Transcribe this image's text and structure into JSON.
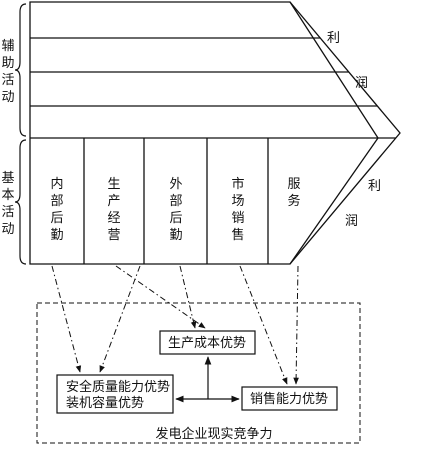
{
  "support_activities": {
    "label": "辅助活动",
    "margin_top": "利",
    "margin_bottom": "润"
  },
  "primary_activities": {
    "label": "基本活动",
    "items": [
      "内部后勤",
      "生产经营",
      "外部后勤",
      "市场销售",
      "服务"
    ],
    "margin_top": "利",
    "margin_bottom": "润"
  },
  "competitiveness": {
    "title": "发电企业现实竞争力",
    "boxes": {
      "cost": "生产成本优势",
      "quality_line1": "安全质量能力优势",
      "quality_line2": "装机容量优势",
      "sales": "销售能力优势"
    }
  }
}
